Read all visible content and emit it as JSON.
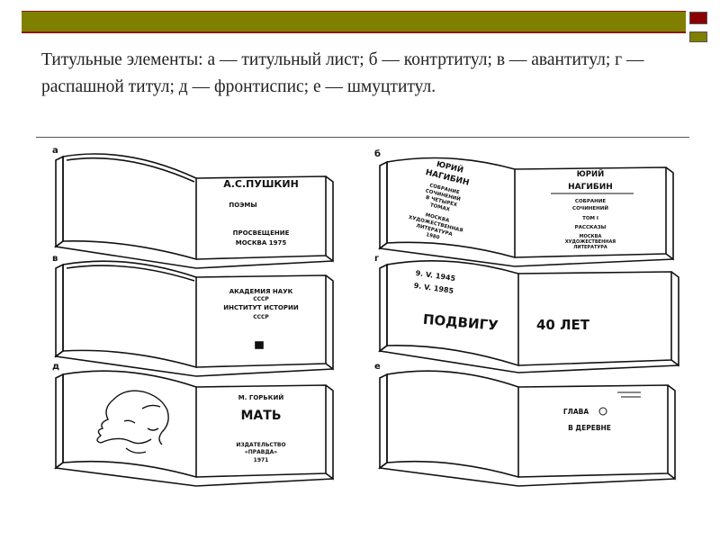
{
  "caption": "Титульные элементы: а — титульный лист; б — контртитул; в — авантитул; г — распашной титул; д — фронтиспис; е — шмуцтитул.",
  "panels": {
    "a": {
      "letter": "а",
      "lines": [
        "А.С.ПУШКИН",
        "ПОЭМЫ",
        "ПРОСВЕЩЕНИЕ",
        "МОСКВА 1975"
      ]
    },
    "b": {
      "letter": "б",
      "left": [
        "ЮРИЙ",
        "НАГИБИН",
        "СОБРАНИЕ",
        "СОЧИНЕНИЙ",
        "В ЧЕТЫРЕХ",
        "ТОМАХ",
        "МОСКВА",
        "ХУДОЖЕСТВЕННАЯ",
        "ЛИТЕРАТУРА",
        "1980"
      ],
      "right": [
        "ЮРИЙ",
        "НАГИБИН",
        "СОБРАНИЕ",
        "СОЧИНЕНИЙ",
        "ТОМ I",
        "РАССКАЗЫ",
        "МОСКВА",
        "ХУДОЖЕСТВЕННАЯ",
        "ЛИТЕРАТУРА"
      ]
    },
    "v": {
      "letter": "в",
      "lines": [
        "АКАДЕМИЯ НАУК",
        "СССР",
        "ИНСТИТУТ ИСТОРИИ",
        "СССР"
      ]
    },
    "g": {
      "letter": "г",
      "left": [
        "9. V. 1945",
        "9. V. 1985",
        "ПОДВИГУ"
      ],
      "right": [
        "40 ЛЕТ"
      ]
    },
    "d": {
      "letter": "д",
      "lines": [
        "М. ГОРЬКИЙ",
        "МАТЬ",
        "ИЗДАТЕЛЬСТВО",
        "«ПРАВДА»",
        "1971"
      ]
    },
    "e": {
      "letter": "е",
      "lines": [
        "ГЛАВА",
        "В ДЕРЕВНЕ"
      ]
    }
  }
}
